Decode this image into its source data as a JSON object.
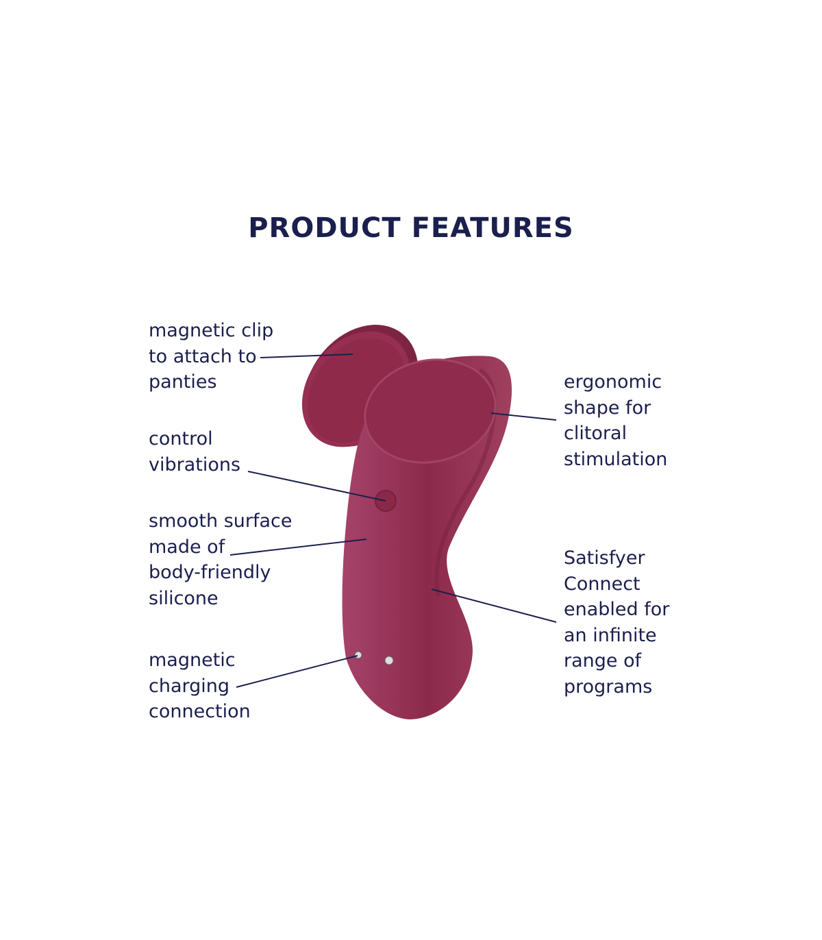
{
  "title": "PRODUCT FEATURES",
  "features_left": [
    {
      "text": "magnetic clip\nto attach to\npanties"
    },
    {
      "text": "control\nvibrations"
    },
    {
      "text": "smooth surface\nmade of\nbody-friendly\nsilicone"
    },
    {
      "text": "magnetic\ncharging\nconnection"
    }
  ],
  "features_right": [
    {
      "text": "ergonomic\nshape for\nclitoral\nstimulation"
    },
    {
      "text": "Satisfyer\nConnect\nenabled for\nan infinite\nrange of\nprograms"
    }
  ],
  "colors": {
    "text": "#1b1f4d",
    "product": "#93304f",
    "product_dark": "#7a2140",
    "product_light": "#a8486a"
  }
}
